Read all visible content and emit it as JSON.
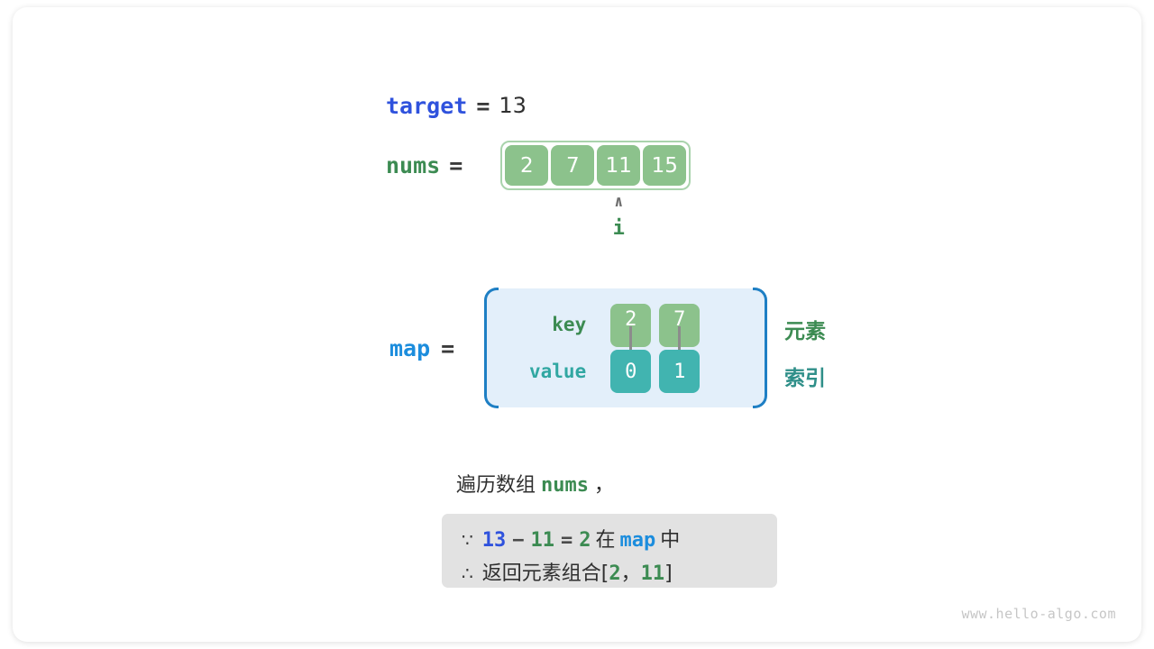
{
  "diagram": {
    "title_watermark": "www.hello-algo.com",
    "target": {
      "label": "target",
      "equals": "=",
      "value": "13"
    },
    "nums": {
      "label": "nums",
      "equals": "=",
      "cells": [
        "2",
        "7",
        "11",
        "15"
      ],
      "pointer": {
        "caret": "∧",
        "label": "i",
        "index": 2
      }
    },
    "map": {
      "label": "map",
      "equals": "=",
      "key_row_label": "key",
      "value_row_label": "value",
      "entries": [
        {
          "key": "2",
          "value": "0"
        },
        {
          "key": "7",
          "value": "1"
        }
      ],
      "legend_element": "元素",
      "legend_index": "索引"
    },
    "explanation": {
      "line_prefix": "遍历数组",
      "line_code": "nums",
      "line_suffix": "，"
    },
    "conclusion": {
      "line1": {
        "symbol": "∵",
        "a": "13",
        "op_minus": "−",
        "b": "11",
        "op_eq": "=",
        "c": "2",
        "zai": "在",
        "map": "map",
        "zhong": "中"
      },
      "line2": {
        "symbol": "∴",
        "text": "返回元素组合",
        "bracket_open": "[",
        "x": "2",
        "comma": "，",
        "y": "11",
        "bracket_close": "]"
      }
    }
  },
  "colors": {
    "blue_strong": "#2f52dd",
    "blue_light": "#1c8ddd",
    "green": "#3c8b52",
    "green_fill": "#8cc28c",
    "teal_fill": "#41b4b0",
    "teal_text": "#31a7a2",
    "map_bg": "#e3effa",
    "map_bracket": "#1e7fc4",
    "conclusion_bg": "#e2e2e2",
    "arrow_gray": "#8c8c8c",
    "watermark": "#c6c6c6"
  }
}
